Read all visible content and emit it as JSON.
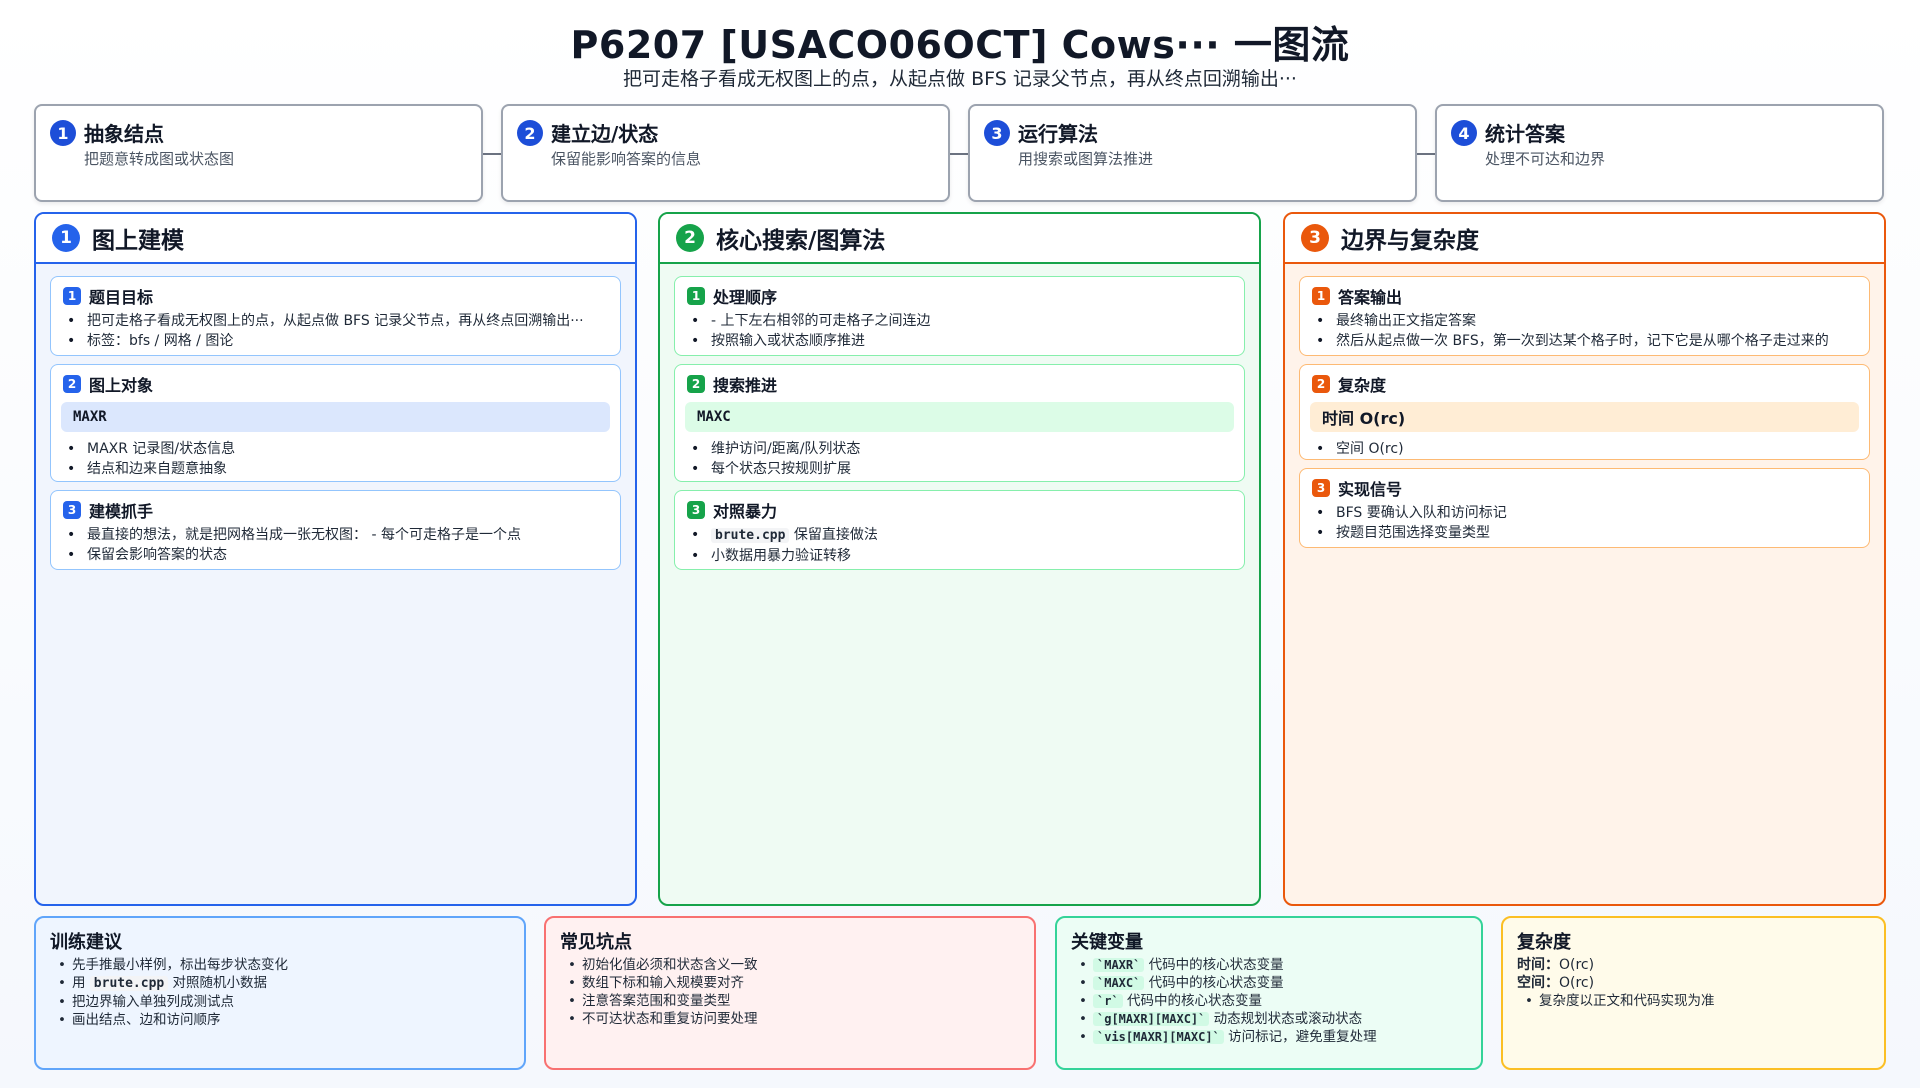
{
  "header": {
    "title": "P6207 [USACO06OCT] Cows··· 一图流",
    "subtitle": "把可走格子看成无权图上的点，从起点做 BFS 记录父节点，再从终点回溯输出···"
  },
  "steps": [
    {
      "num": "1",
      "title": "抽象结点",
      "desc": "把题意转成图或状态图"
    },
    {
      "num": "2",
      "title": "建立边/状态",
      "desc": "保留能影响答案的信息"
    },
    {
      "num": "3",
      "title": "运行算法",
      "desc": "用搜索或图算法推进"
    },
    {
      "num": "4",
      "title": "统计答案",
      "desc": "处理不可达和边界"
    }
  ],
  "columns": {
    "modeling": {
      "num": "1",
      "title": "图上建模",
      "boxes": {
        "goal": {
          "num": "1",
          "title": "题目目标",
          "items": [
            "把可走格子看成无权图上的点，从起点做 BFS 记录父节点，再从终点回溯输出···",
            "标签：bfs / 网格 / 图论"
          ]
        },
        "objects": {
          "num": "2",
          "title": "图上对象",
          "code": "MAXR",
          "items": [
            "MAXR 记录图/状态信息",
            "结点和边来自题意抽象"
          ]
        },
        "grip": {
          "num": "3",
          "title": "建模抓手",
          "items": [
            "最直接的想法，就是把网格当成一张无权图： - 每个可走格子是一个点",
            "保留会影响答案的状态"
          ]
        }
      }
    },
    "search": {
      "num": "2",
      "title": "核心搜索/图算法",
      "boxes": {
        "order": {
          "num": "1",
          "title": "处理顺序",
          "items": [
            "- 上下左右相邻的可走格子之间连边",
            "按照输入或状态顺序推进"
          ]
        },
        "advance": {
          "num": "2",
          "title": "搜索推进",
          "code": "MAXC",
          "items": [
            "维护访问/距离/队列状态",
            "每个状态只按规则扩展"
          ]
        },
        "brute": {
          "num": "3",
          "title": "对照暴力",
          "code_inline": "brute.cpp",
          "item0_suffix": " 保留直接做法",
          "item1": "小数据用暴力验证转移"
        }
      }
    },
    "bounds": {
      "num": "3",
      "title": "边界与复杂度",
      "boxes": {
        "output": {
          "num": "1",
          "title": "答案输出",
          "items": [
            "最终输出正文指定答案",
            "然后从起点做一次 BFS，第一次到达某个格子时，记下它是从哪个格子走过来的"
          ]
        },
        "complexity": {
          "num": "2",
          "title": "复杂度",
          "code": "时间 O(rc)",
          "items": [
            "空间 O(rc)"
          ]
        },
        "signals": {
          "num": "3",
          "title": "实现信号",
          "items": [
            "BFS 要确认入队和访问标记",
            "按题目范围选择变量类型"
          ]
        }
      }
    }
  },
  "panels": {
    "training": {
      "title": "训练建议",
      "item0": "先手推最小样例，标出每步状态变化",
      "item1_prefix": "用 ",
      "item1_code": "brute.cpp",
      "item1_suffix": " 对照随机小数据",
      "item2": "把边界输入单独列成测试点",
      "item3": "画出结点、边和访问顺序"
    },
    "pitfalls": {
      "title": "常见坑点",
      "items": [
        "初始化值必须和状态含义一致",
        "数组下标和输入规模要对齐",
        "注意答案范围和变量类型",
        "不可达状态和重复访问要处理"
      ]
    },
    "variables": {
      "title": "关键变量",
      "items": [
        {
          "code": "`MAXR`",
          "desc": " 代码中的核心状态变量"
        },
        {
          "code": "`MAXC`",
          "desc": " 代码中的核心状态变量"
        },
        {
          "code": "`r`",
          "desc": " 代码中的核心状态变量"
        },
        {
          "code": "`g[MAXR][MAXC]`",
          "desc": " 动态规划状态或滚动状态"
        },
        {
          "code": "`vis[MAXR][MAXC]`",
          "desc": " 访问标记，避免重复处理"
        }
      ]
    },
    "complexity": {
      "title": "复杂度",
      "time_label": "时间：",
      "time_value": "O(rc)",
      "space_label": "空间：",
      "space_value": "O(rc)",
      "item0": "复杂度以正文和代码实现为准"
    }
  },
  "colors": {
    "blue": "#2563eb",
    "green": "#16a34a",
    "orange": "#ea580c",
    "step_num": "#1d4ed8"
  }
}
